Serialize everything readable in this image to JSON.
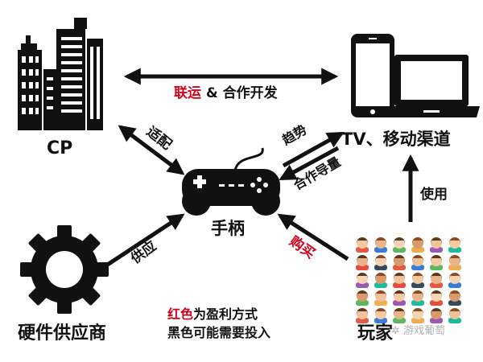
{
  "nodes": {
    "cp": "CP",
    "tv_channels": "TV、移动渠道",
    "controller": "手柄",
    "hardware_supplier": "硬件供应商",
    "players": "玩家"
  },
  "edges": {
    "joint_ops_red": "联运",
    "joint_ops_rest": " & 合作开发",
    "adapt": "适配",
    "trend": "趋势",
    "cooperate_guide": "合作导量",
    "use": "使用",
    "supply": "供应",
    "purchase": "购买"
  },
  "legend": {
    "line1_red": "红色",
    "line1_rest": "为盈利方式",
    "line2": "黑色可能需要投入"
  },
  "watermark": "游戏葡萄",
  "colors": {
    "ink": "#111111",
    "profit_red": "#d0021b"
  }
}
